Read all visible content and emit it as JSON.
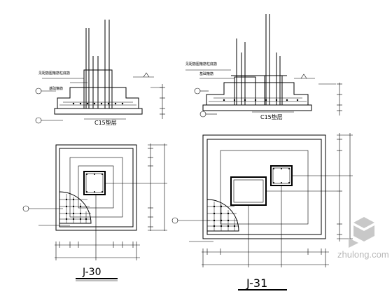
{
  "drawing": {
    "left_section": {
      "note_top": "见配筋图箍筋柱底筋",
      "note_base": "基础箍筋",
      "concrete_label": "C15垫层"
    },
    "right_section": {
      "note_top": "见配筋图箍筋柱底筋",
      "note_base": "基础箍筋",
      "concrete_label": "C15垫层"
    },
    "left_plan": {
      "title": "J-30"
    },
    "right_plan": {
      "title": "J-31"
    }
  },
  "watermark": {
    "text": "zhulong.com"
  }
}
